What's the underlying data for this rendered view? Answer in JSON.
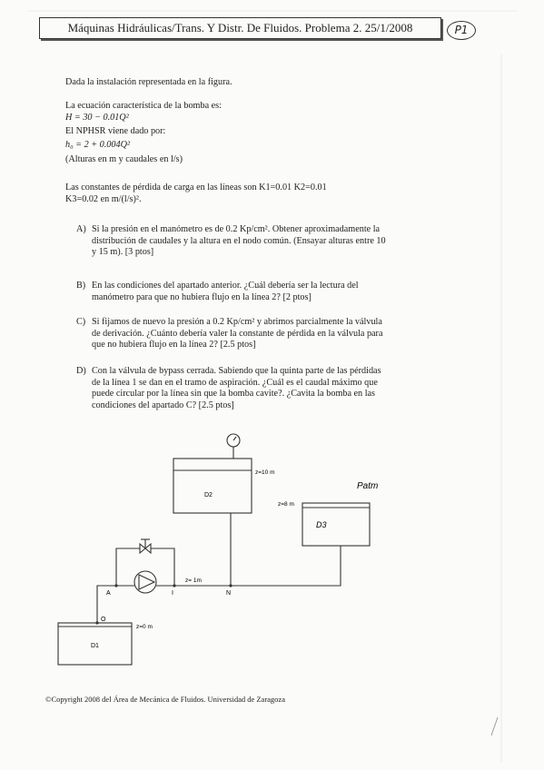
{
  "header": {
    "title": "Máquinas Hidráulicas/Trans. Y Distr. De Fluidos. Problema 2. 25/1/2008",
    "page_badge": "P1"
  },
  "intro": {
    "line1": "Dada la instalación representada en la figura.",
    "line2": "La ecuación característica de la bomba es:",
    "eq1": "H = 30 − 0.01Q²",
    "line3": "El NPHSR viene dado por:",
    "eq2": "h₀ = 2 + 0.004Q²",
    "line4": "(Alturas en m y caudales en l/s)",
    "line5": "Las constantes de pérdida de carga en las líneas son K1=0.01  K2=0.01",
    "line6": "K3=0.02 en m/(l/s)²."
  },
  "questions": [
    {
      "label": "A)",
      "lines": [
        "Si la presión en el manómetro es de 0.2 Kp/cm². Obtener aproximadamente la",
        "distribución de caudales y la altura en el nodo común. (Ensayar alturas entre 10",
        "y 15 m).        [3 ptos]"
      ]
    },
    {
      "label": "B)",
      "lines": [
        "En las condiciones del apartado anterior. ¿Cuál debería ser la lectura del",
        "manómetro para que no hubiera flujo en la línea 2? [2 ptos]"
      ]
    },
    {
      "label": "C)",
      "lines": [
        "Si fijamos de nuevo la presión a 0.2 Kp/cm² y abrimos parcialmente la válvula",
        "de derivación. ¿Cuánto debería valer la constante de pérdida en la válvula para",
        "que no hubiera flujo en la línea 2? [2.5 ptos]"
      ]
    },
    {
      "label": "D)",
      "lines": [
        "Con la válvula de bypass cerrada. Sabiendo que la quinta parte de las pérdidas",
        "de la línea 1 se dan en el tramo de aspiración. ¿Cuál es el caudal máximo que",
        "puede circular por la línea sin que la bomba cavite?. ¿Cavita la bomba en las",
        "condiciones del apartado C? [2.5 ptos]"
      ]
    }
  ],
  "diagram": {
    "d2_label": "D2",
    "d2_z": "z=10 m",
    "d3_label": "D3",
    "d3_z": "z=8 m",
    "d3_pressure": "Patm",
    "d1_label": "D1",
    "d1_z": "z=0 m",
    "pump_line_z": "z= 1m",
    "node_a": "A",
    "node_i": "I",
    "node_n": "N",
    "node_o": "O"
  },
  "footer": {
    "copyright": "©Copyright 2008 del Área de Mecánica de Fluidos. Universidad de Zaragoza"
  }
}
